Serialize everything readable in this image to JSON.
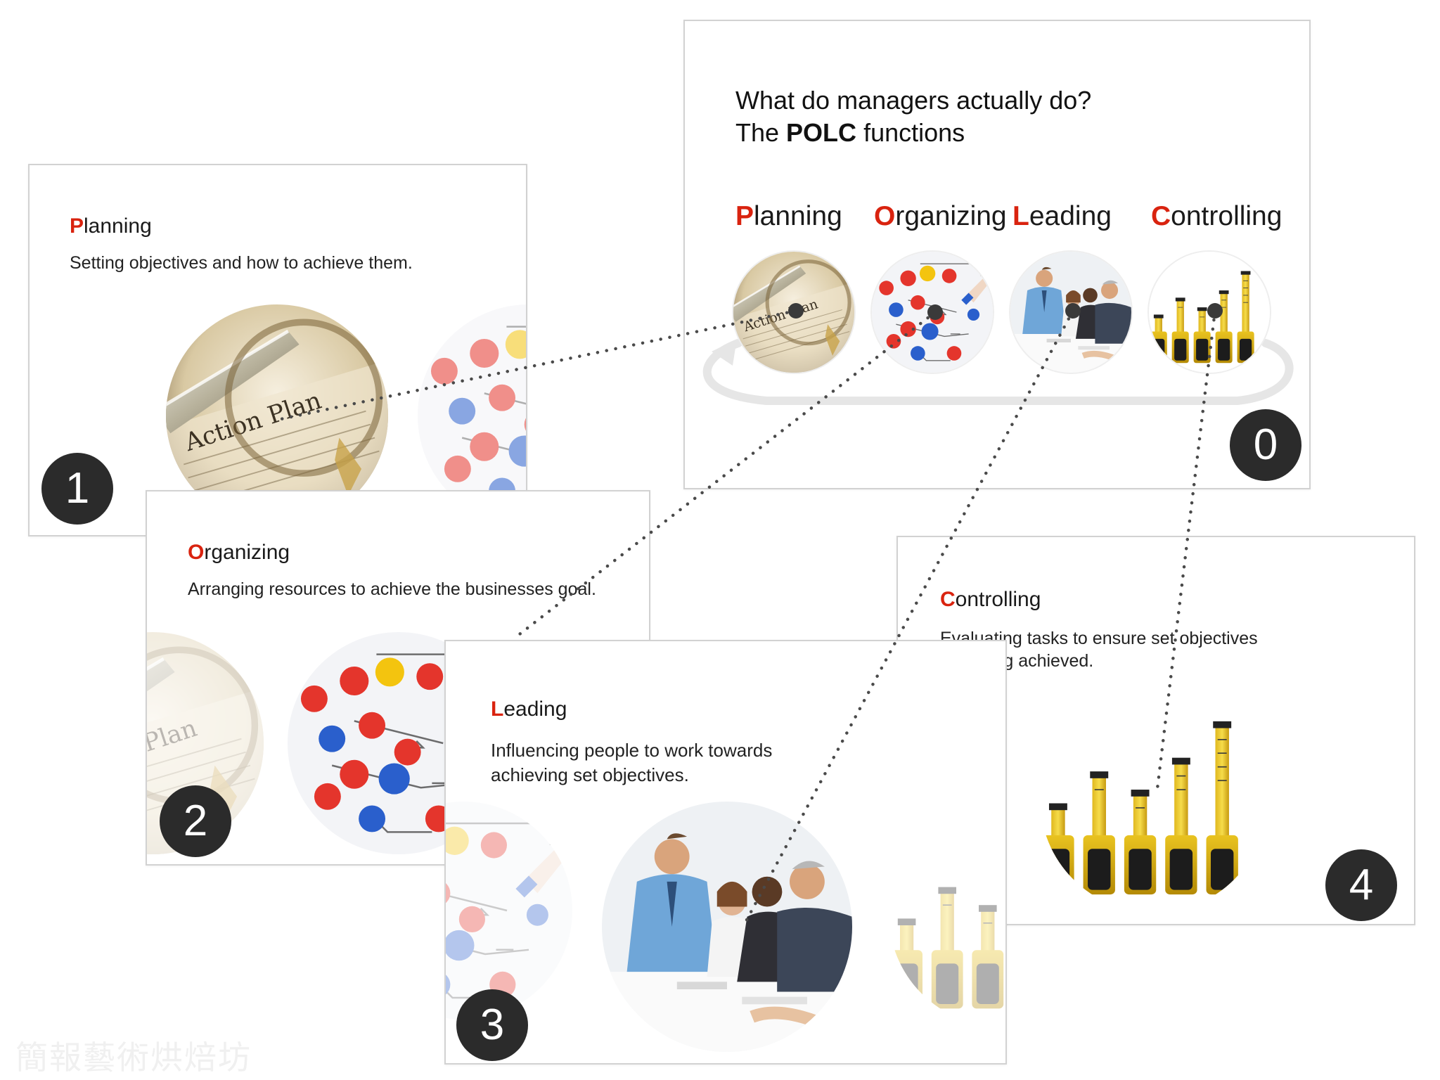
{
  "slide0": {
    "number": "0",
    "title_line1": "What do managers actually do?",
    "title_line2_pre": "The ",
    "title_line2_bold": "POLC",
    "title_line2_post": " functions",
    "functions": [
      {
        "first": "P",
        "rest": "lanning"
      },
      {
        "first": "O",
        "rest": "rganizing"
      },
      {
        "first": "L",
        "rest": "eading"
      },
      {
        "first": "C",
        "rest": "ontrolling"
      }
    ]
  },
  "slide1": {
    "number": "1",
    "heading_first": "P",
    "heading_rest": "lanning",
    "description": "Setting objectives and how to achieve them.",
    "photo_text": "Action Plan"
  },
  "slide2": {
    "number": "2",
    "heading_first": "O",
    "heading_rest": "rganizing",
    "description": "Arranging resources to achieve the businesses goal."
  },
  "slide3": {
    "number": "3",
    "heading_first": "L",
    "heading_rest": "eading",
    "description_line1": "Influencing people to work towards",
    "description_line2": "achieving set objectives."
  },
  "slide4": {
    "number": "4",
    "heading_first": "C",
    "heading_rest": "ontrolling",
    "description_line1": "Evaluating tasks to ensure set objectives",
    "description_line2": "are being achieved."
  },
  "watermark": "簡報藝術烘焙坊",
  "colors": {
    "accent": "#d9230f",
    "badge": "#2b2b2b",
    "border": "#d2d2d2"
  },
  "icons": [
    "planning-photo",
    "organizing-pins-photo",
    "leading-meeting-photo",
    "controlling-tape-measures-photo"
  ]
}
